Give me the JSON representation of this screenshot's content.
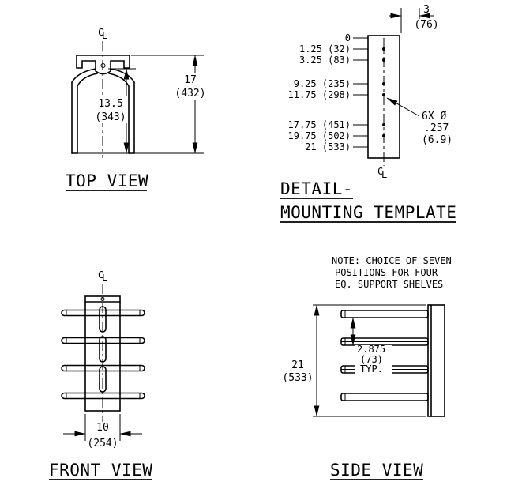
{
  "symbols": {
    "centerline_c": "C",
    "centerline_l": "L"
  },
  "top_view": {
    "title": "TOP VIEW",
    "dim_depth": {
      "in": "13.5",
      "mm": "(343)"
    },
    "dim_height": {
      "in": "17",
      "mm": "(432)"
    }
  },
  "detail_view": {
    "title_line1": "DETAIL-",
    "title_line2": "MOUNTING TEMPLATE",
    "dim_top": {
      "in": "3",
      "mm": "(76)"
    },
    "ordinates": [
      "0",
      "1.25 (32)",
      "3.25 (83)",
      "9.25 (235)",
      "11.75 (298)",
      "17.75 (451)",
      "19.75 (502)",
      "21 (533)"
    ],
    "hole_callout": {
      "line1": "6X Ø",
      "line2": ".257",
      "line3": "(6.9)"
    }
  },
  "front_view": {
    "title": "FRONT VIEW",
    "dim_width": {
      "in": "10",
      "mm": "(254)"
    }
  },
  "side_view": {
    "title": "SIDE VIEW",
    "note": {
      "line1": "NOTE: CHOICE OF SEVEN",
      "line2": "POSITIONS FOR FOUR",
      "line3": "EQ. SUPPORT SHELVES"
    },
    "dim_spacing": {
      "in": "2.875",
      "mm": "(73)",
      "suffix": "TYP."
    },
    "dim_height": {
      "in": "21",
      "mm": "(533)"
    }
  }
}
